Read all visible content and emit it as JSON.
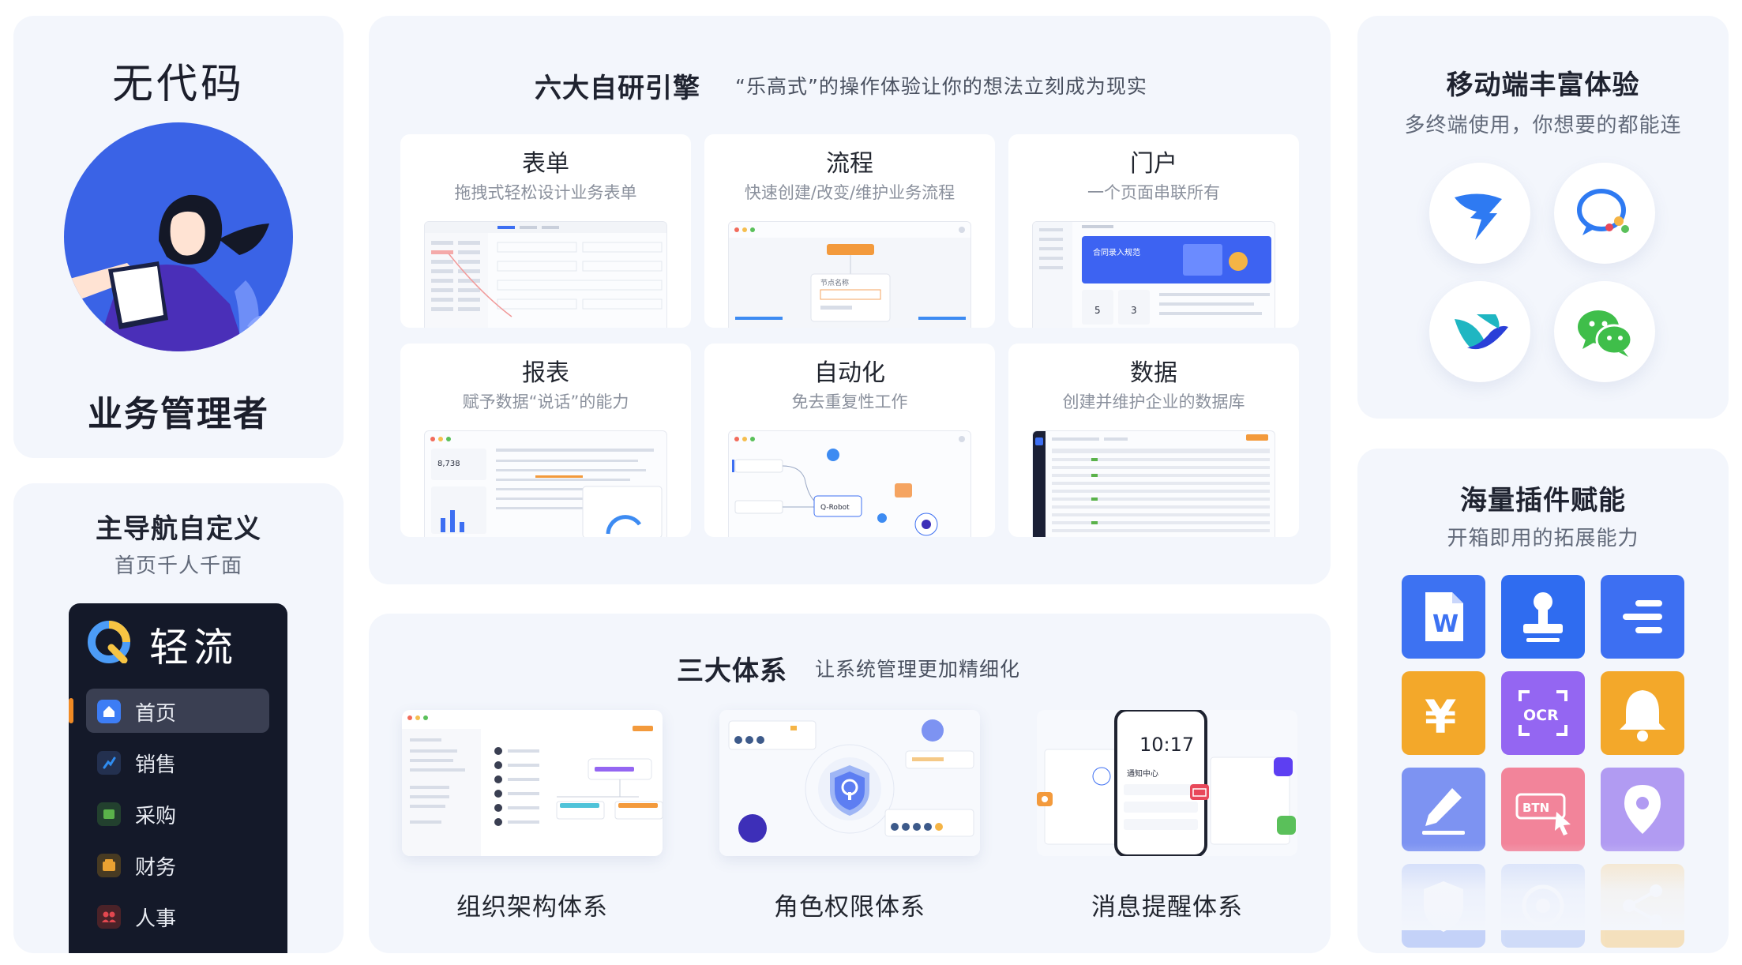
{
  "manager_card": {
    "title": "无代码",
    "role": "业务管理者"
  },
  "nav_card": {
    "title": "主导航自定义",
    "subtitle": "首页千人千面",
    "app_name": "轻流",
    "items": [
      {
        "label": "首页",
        "icon": "home-icon",
        "color": "#3d7df5",
        "active": true
      },
      {
        "label": "销售",
        "icon": "chart-icon",
        "color": "#2f8cf0",
        "active": false
      },
      {
        "label": "采购",
        "icon": "cart-icon",
        "color": "#5ab24a",
        "active": false
      },
      {
        "label": "财务",
        "icon": "wallet-icon",
        "color": "#e9a132",
        "active": false
      },
      {
        "label": "人事",
        "icon": "people-icon",
        "color": "#e2474f",
        "active": false
      }
    ]
  },
  "engines_card": {
    "title": "六大自研引擎",
    "tagline": "“乐高式”的操作体验让你的想法立刻成为现实",
    "engines": [
      {
        "title": "表单",
        "desc": "拖拽式轻松设计业务表单"
      },
      {
        "title": "流程",
        "desc": "快速创建/改变/维护业务流程"
      },
      {
        "title": "门户",
        "desc": "一个页面串联所有"
      },
      {
        "title": "报表",
        "desc": "赋予数据“说话”的能力"
      },
      {
        "title": "自动化",
        "desc": "免去重复性工作"
      },
      {
        "title": "数据",
        "desc": "创建并维护企业的数据库"
      }
    ],
    "thumbs": {
      "flow_node": "节点名称",
      "portal_banner": "合同录入规范",
      "portal_nums": [
        "5",
        "3"
      ],
      "report_value": "8,738",
      "auto_robot": "Q-Robot"
    }
  },
  "systems_card": {
    "title": "三大体系",
    "tagline": "让系统管理更加精细化",
    "systems": [
      {
        "label": "组织架构体系"
      },
      {
        "label": "角色权限体系"
      },
      {
        "label": "消息提醒体系"
      }
    ],
    "phone_time": "10:17",
    "phone_caption": "通知中心"
  },
  "mobile_card": {
    "title": "移动端丰富体验",
    "subtitle": "多终端使用，你想要的都能连",
    "apps": [
      "dingtalk-icon",
      "qingliu-chat-icon",
      "feishu-icon",
      "wechat-icon"
    ]
  },
  "plugins_card": {
    "title": "海量插件赋能",
    "subtitle": "开箱即用的拓展能力",
    "plugins": [
      {
        "icon": "word-icon",
        "text": "W",
        "color": "#3d72f2"
      },
      {
        "icon": "stamp-icon",
        "color": "#2f6cf0"
      },
      {
        "icon": "list-icon",
        "color": "#3d6ff2"
      },
      {
        "icon": "yuan-icon",
        "text": "¥",
        "color": "#f3a82a"
      },
      {
        "icon": "ocr-icon",
        "text": "OCR",
        "color": "#9466f2"
      },
      {
        "icon": "bell-icon",
        "color": "#f3a82a"
      },
      {
        "icon": "pen-icon",
        "color": "#7d93f2"
      },
      {
        "icon": "btn-icon",
        "text": "BTN",
        "color": "#f2849a"
      },
      {
        "icon": "location-icon",
        "color": "#b19bf2"
      },
      {
        "icon": "shield-icon",
        "color": "#9fb6f5"
      },
      {
        "icon": "target-icon",
        "color": "#b3c6f5"
      },
      {
        "icon": "share-icon",
        "color": "#f5cf8a"
      }
    ]
  }
}
